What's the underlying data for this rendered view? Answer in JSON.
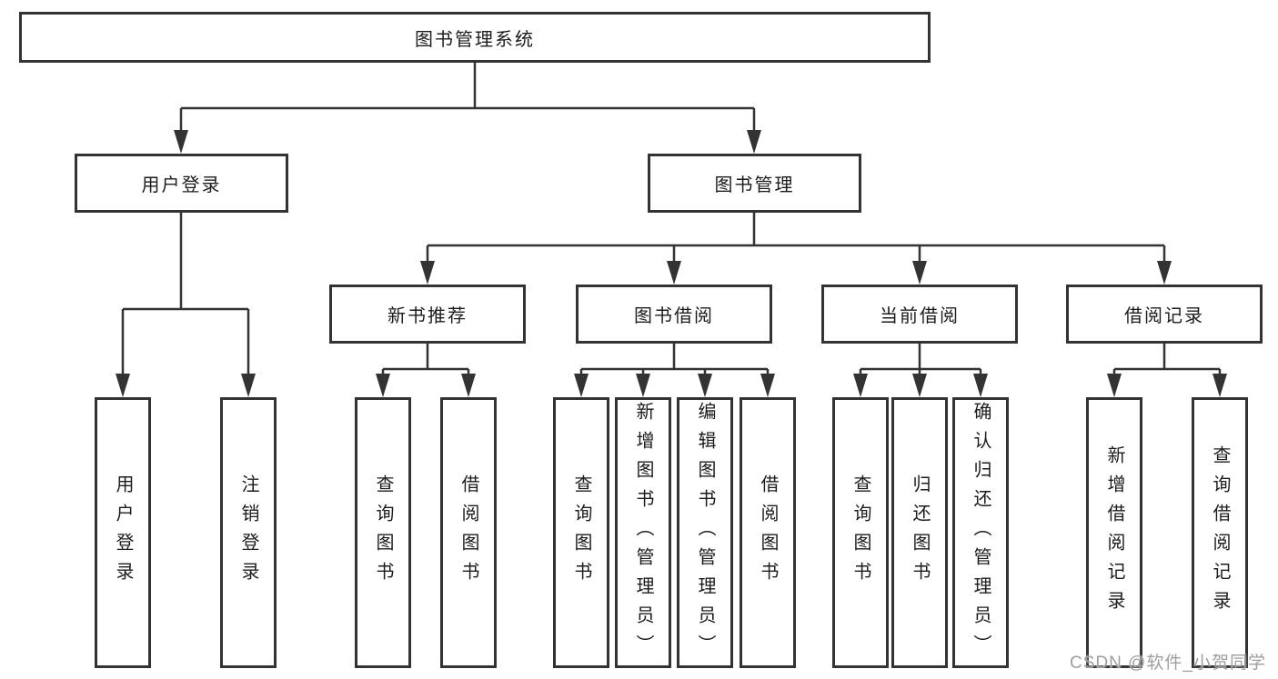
{
  "diagram": {
    "root": {
      "label": "图书管理系统"
    },
    "level2": [
      {
        "label": "用户登录"
      },
      {
        "label": "图书管理"
      }
    ],
    "level3": [
      {
        "label": "新书推荐"
      },
      {
        "label": "图书借阅"
      },
      {
        "label": "当前借阅"
      },
      {
        "label": "借阅记录"
      }
    ],
    "leaves": [
      {
        "label": "用户登录"
      },
      {
        "label": "注销登录"
      },
      {
        "label": "查询图书"
      },
      {
        "label": "借阅图书"
      },
      {
        "label": "查询图书"
      },
      {
        "label": "新增图书（管理员）"
      },
      {
        "label": "编辑图书（管理员）"
      },
      {
        "label": "借阅图书"
      },
      {
        "label": "查询图书"
      },
      {
        "label": "归还图书"
      },
      {
        "label": "确认归还（管理员）"
      },
      {
        "label": "新增借阅记录"
      },
      {
        "label": "查询借阅记录"
      }
    ]
  },
  "watermark": "CSDN @软件_小贺同学",
  "colors": {
    "line": "#333333",
    "text": "#1c1c1c",
    "watermark": "#9e9e9e",
    "background": "#ffffff"
  }
}
